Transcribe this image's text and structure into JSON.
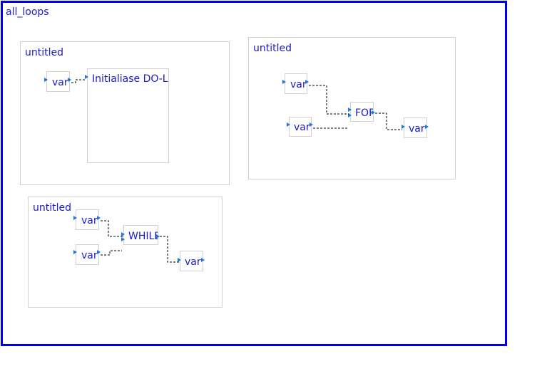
{
  "canvas": {
    "title": "all_loops"
  },
  "groups": [
    {
      "id": "g1",
      "title": "untitled"
    },
    {
      "id": "g2",
      "title": "untitled"
    },
    {
      "id": "g3",
      "title": "untitled"
    }
  ],
  "nodes": {
    "g1_var": "var",
    "g1_init": "Initialiase DO-LOOP",
    "g2_var_a": "var",
    "g2_var_b": "var",
    "g2_for": "FOR",
    "g2_var_out": "var",
    "g3_var_a": "var",
    "g3_var_b": "var",
    "g3_while": "WHILE",
    "g3_var_out": "var"
  },
  "colors": {
    "frame": "#0000ee",
    "text": "#1a1acc",
    "port": "#2277dd",
    "wire": "#000000"
  }
}
